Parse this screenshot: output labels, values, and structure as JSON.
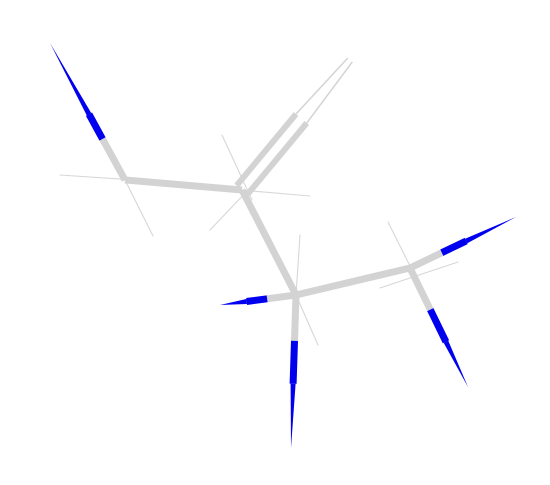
{
  "molecule": {
    "atoms": [
      {
        "id": "c1",
        "element": "C"
      },
      {
        "id": "c2",
        "element": "C"
      },
      {
        "id": "c3",
        "element": "C"
      },
      {
        "id": "c4",
        "element": "C"
      },
      {
        "id": "n1",
        "element": "N"
      },
      {
        "id": "n2",
        "element": "N"
      },
      {
        "id": "n3",
        "element": "N"
      },
      {
        "id": "n4",
        "element": "N"
      },
      {
        "id": "n5",
        "element": "N"
      },
      {
        "id": "c5",
        "element": "C"
      }
    ],
    "bonds": [
      {
        "id": "bond-c1-n1",
        "order": 1
      },
      {
        "id": "bond-c1-c2",
        "order": 1
      },
      {
        "id": "bond-c2-c5",
        "order": 2
      },
      {
        "id": "bond-c2-c3",
        "order": 1
      },
      {
        "id": "bond-c3-n2",
        "order": 1
      },
      {
        "id": "bond-c3-n3",
        "order": 1
      },
      {
        "id": "bond-c3-c4",
        "order": 1
      },
      {
        "id": "bond-c4-n4",
        "order": 1
      },
      {
        "id": "bond-c4-n5",
        "order": 1
      }
    ]
  },
  "colors": {
    "bond": "#d3d3d3",
    "nitrogen": "#0000ee",
    "background": "#ffffff"
  }
}
